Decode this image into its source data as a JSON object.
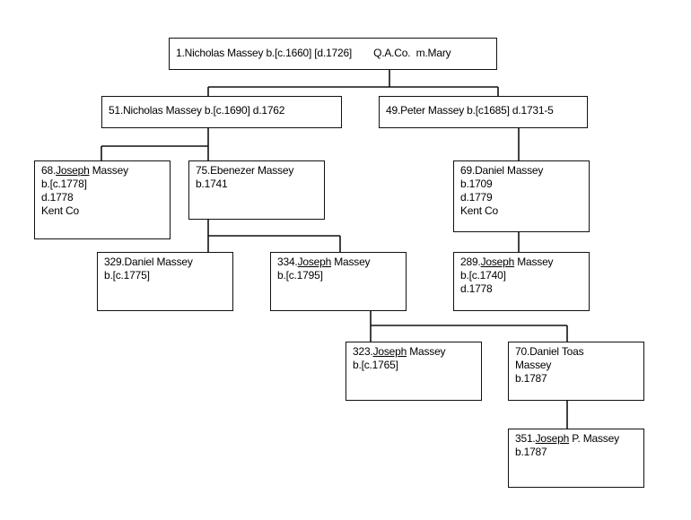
{
  "nodes": {
    "n1": {
      "name": "1.Nicholas Massey b.[c.1660] [d.1726]",
      "place": "Q.A.Co.",
      "spouse": "m.Mary"
    },
    "n51": {
      "name": "51.Nicholas Massey b.[c.1690] d.1762"
    },
    "n49": {
      "name": "49.Peter Massey b.[c1685] d.1731-5"
    },
    "n68": {
      "num": "68.",
      "given": "Joseph",
      "surname": " Massey",
      "birth": "b.[c.1778]",
      "death": "d.1778",
      "place": "Kent Co"
    },
    "n75": {
      "name": "75.Ebenezer Massey",
      "birth": "b.1741"
    },
    "n69": {
      "name": "69.Daniel Massey",
      "birth": "b.1709",
      "death": "d.1779",
      "place": "Kent Co"
    },
    "n329": {
      "name": "329.Daniel Massey",
      "birth": "b.[c.1775]"
    },
    "n334": {
      "num": "334.",
      "given": "Joseph",
      "surname": " Massey",
      "birth": "b.[c.1795]"
    },
    "n289": {
      "num": "289.",
      "given": "Joseph",
      "surname": " Massey",
      "birth": "b.[c.1740]",
      "death": "d.1778"
    },
    "n323": {
      "num": "323.",
      "given": "Joseph",
      "surname": " Massey",
      "birth": "b.[c.1765]"
    },
    "n70": {
      "name_line1": "70.Daniel Toas",
      "name_line2": "Massey",
      "birth": "b.1787"
    },
    "n351": {
      "num": "351.",
      "given": "Joseph",
      "surname": " P. Massey",
      "birth": "b.1787"
    }
  }
}
